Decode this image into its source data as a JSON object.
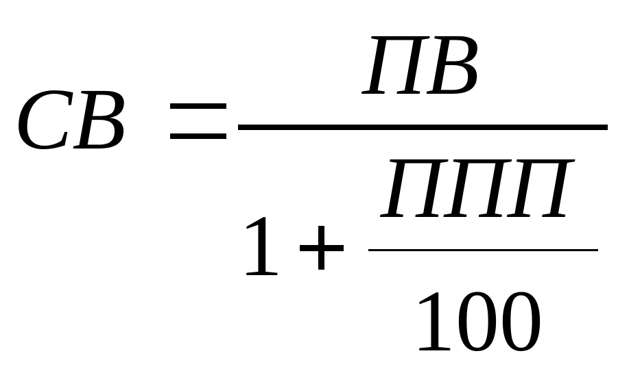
{
  "formula": {
    "lhs": "CB",
    "equals": "=",
    "numerator": "ПВ",
    "denominator": {
      "one": "1",
      "plus": "+",
      "inner_numerator": "ППП",
      "inner_denominator": "100"
    }
  }
}
